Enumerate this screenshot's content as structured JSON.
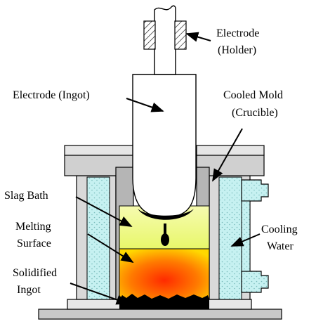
{
  "diagram": {
    "labels": {
      "electrode_holder": [
        "Electrode",
        "(Holder)"
      ],
      "electrode_ingot": "Electrode (Ingot)",
      "cooled_mold": [
        "Cooled Mold",
        "(Crucible)"
      ],
      "slag_bath": "Slag Bath",
      "melting_surface": [
        "Melting",
        "Surface"
      ],
      "cooling_water": [
        "Cooling",
        "Water"
      ],
      "solidified_ingot": [
        "Solidified",
        "Ingot"
      ]
    },
    "colors": {
      "outline": "#000000",
      "steel_fill": "#bfbfbf",
      "cap_fill": "#d9d9d9",
      "water_fill": "#c9f3f3",
      "slag_fill": "#ecf78f",
      "melt_core": "#ff3a00",
      "melt_edge": "#ffd200",
      "electrode_fill": "#ffffff"
    }
  }
}
